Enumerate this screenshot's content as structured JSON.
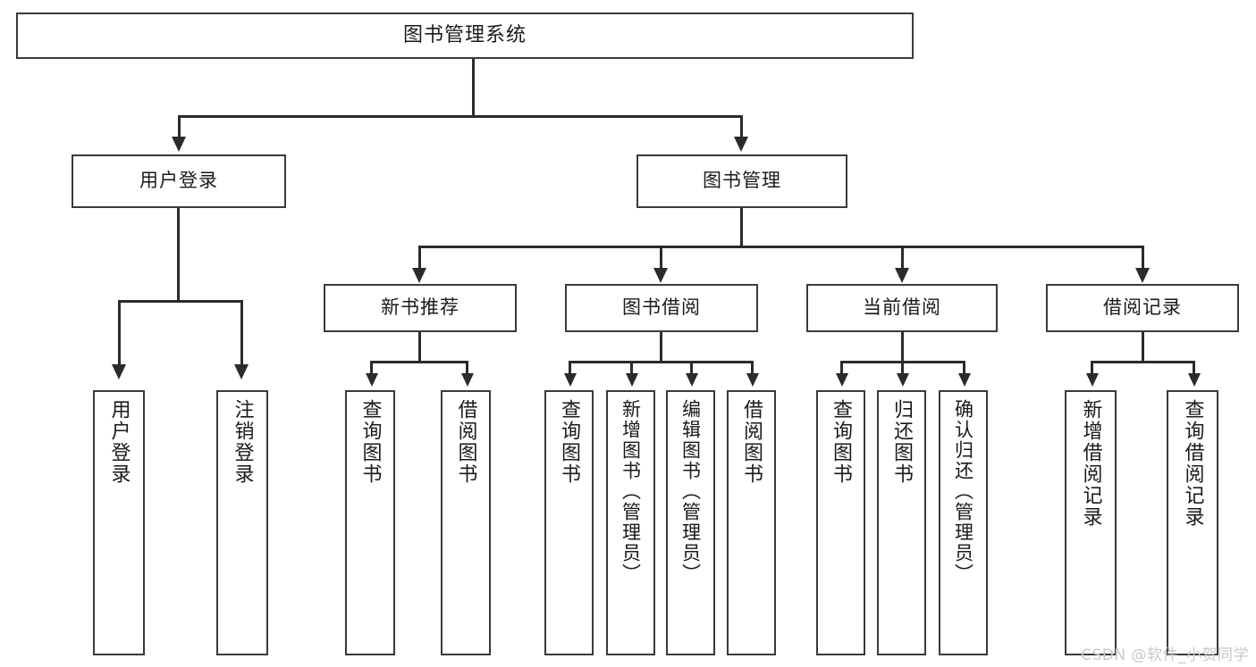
{
  "diagram": {
    "type": "tree-hierarchy",
    "title": "图书管理系统",
    "root": {
      "id": "root",
      "label": "图书管理系统"
    },
    "level2": [
      {
        "id": "user-login",
        "label": "用户登录"
      },
      {
        "id": "book-manage",
        "label": "图书管理"
      }
    ],
    "level3": [
      {
        "id": "new-book-rec",
        "label": "新书推荐",
        "parent": "book-manage"
      },
      {
        "id": "book-borrow",
        "label": "图书借阅",
        "parent": "book-manage"
      },
      {
        "id": "current-borrow",
        "label": "当前借阅",
        "parent": "book-manage"
      },
      {
        "id": "borrow-record",
        "label": "借阅记录",
        "parent": "book-manage"
      }
    ],
    "leaves": {
      "user_login": [
        {
          "id": "leaf-user-login",
          "label": "用户登录"
        },
        {
          "id": "leaf-user-logout",
          "label": "注销登录"
        }
      ],
      "new_book_rec": [
        {
          "id": "leaf-query-book-1",
          "label": "查询图书"
        },
        {
          "id": "leaf-borrow-book-1",
          "label": "借阅图书"
        }
      ],
      "book_borrow": [
        {
          "id": "leaf-query-book-2",
          "label": "查询图书"
        },
        {
          "id": "leaf-add-book",
          "label": "新增图书（管理员）"
        },
        {
          "id": "leaf-edit-book",
          "label": "编辑图书（管理员）"
        },
        {
          "id": "leaf-borrow-book-2",
          "label": "借阅图书"
        }
      ],
      "current_borrow": [
        {
          "id": "leaf-query-book-3",
          "label": "查询图书"
        },
        {
          "id": "leaf-return-book",
          "label": "归还图书"
        },
        {
          "id": "leaf-confirm-return",
          "label": "确认归还（管理员）"
        }
      ],
      "borrow_record": [
        {
          "id": "leaf-add-record",
          "label": "新增借阅记录"
        },
        {
          "id": "leaf-query-record",
          "label": "查询借阅记录"
        }
      ]
    }
  },
  "watermark": {
    "text": "CSDN @软件_小贺同学"
  },
  "colors": {
    "box_border": "#3a3a3a",
    "line": "#2b2b2b",
    "background": "#ffffff",
    "text": "#1a1a1a",
    "watermark": "#c9c9c9"
  }
}
